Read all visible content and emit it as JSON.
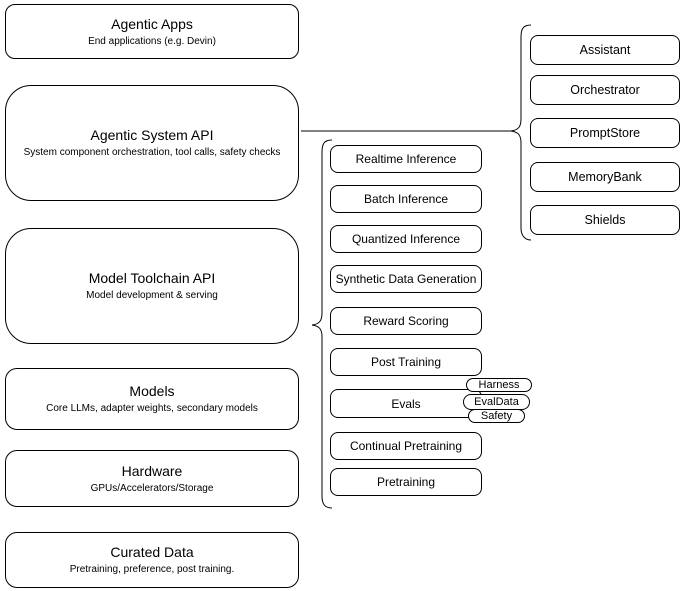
{
  "diagram": {
    "colors": {
      "stroke": "#000000",
      "fill": "#ffffff"
    },
    "left_column": [
      {
        "title": "Agentic Apps",
        "subtitle": "End applications (e.g. Devin)"
      },
      {
        "title": "Agentic System API",
        "subtitle": "System component orchestration, tool calls, safety checks"
      },
      {
        "title": "Model Toolchain API",
        "subtitle": "Model development & serving"
      },
      {
        "title": "Models",
        "subtitle": "Core LLMs, adapter weights, secondary models"
      },
      {
        "title": "Hardware",
        "subtitle": "GPUs/Accelerators/Storage"
      },
      {
        "title": "Curated Data",
        "subtitle": "Pretraining, preference, post training."
      }
    ],
    "toolchain_items": [
      "Realtime Inference",
      "Batch Inference",
      "Quantized Inference",
      "Synthetic Data Generation",
      "Reward Scoring",
      "Post Training",
      "Evals",
      "Continual Pretraining",
      "Pretraining"
    ],
    "evals_tags": [
      "Harness",
      "EvalData",
      "Safety"
    ],
    "system_components": [
      "Assistant",
      "Orchestrator",
      "PromptStore",
      "MemoryBank",
      "Shields"
    ]
  }
}
